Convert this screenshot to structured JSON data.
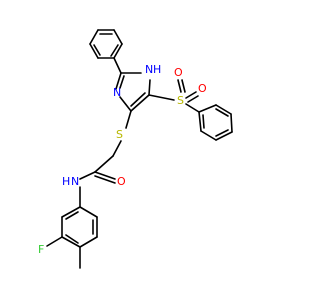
{
  "atom_labels": {
    "imidazole_nh": "H",
    "imidazole_n_top": "N",
    "imidazole_n_left": "N",
    "sulfide_s": "S",
    "sulfonyl_s": "S",
    "sulfonyl_o_left": "O",
    "sulfonyl_o_right": "O",
    "carbonyl_o": "O",
    "amide_n": "N",
    "amide_h": "H",
    "fluorine": "F"
  },
  "colors": {
    "bond": "#000000",
    "nitrogen": "#0000ff",
    "sulfur": "#b8b800",
    "oxygen": "#ff0000",
    "fluorine": "#33cc33"
  }
}
